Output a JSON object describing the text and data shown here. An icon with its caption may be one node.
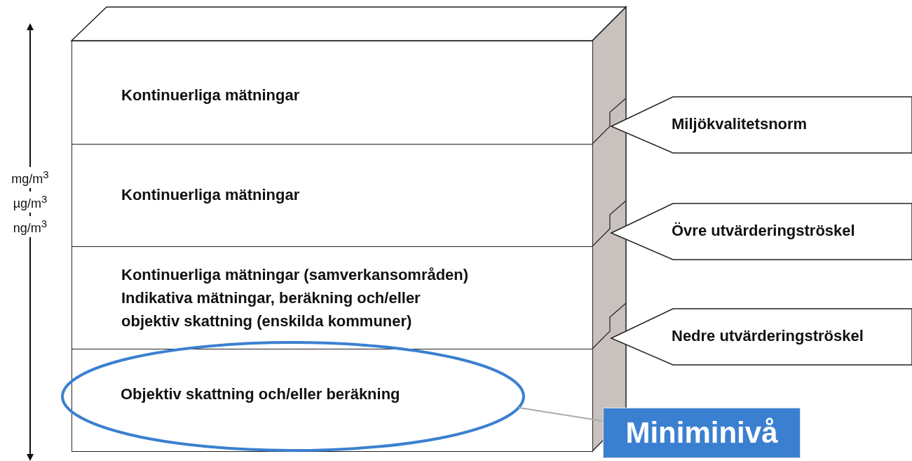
{
  "diagram": {
    "nodes": [
      {
        "text": [
          "Kontinuerliga mätningar"
        ]
      },
      {
        "text": [
          "Kontinuerliga mätningar"
        ]
      },
      {
        "text": [
          "Kontinuerliga mätningar (samverkansområden)",
          "Indikativa mätningar, beräkning och/eller objektiv skattning (enskilda kommuner)"
        ]
      },
      {
        "text": [],
        "shape": "box"
      },
      {
        "text": [
          "Miljökvalitetsnorm"
        ]
      },
      {
        "text": [
          "Övre utvärderingströskel"
        ]
      },
      {
        "text": [
          "Nedre utvärderingströskel"
        ]
      },
      {
        "text": [
          "Objektiv skattning och/eller beräkning"
        ]
      },
      {
        "text": [
          "Miniminivå"
        ]
      }
    ],
    "edges": [
      {
        "from": 8,
        "to": 7,
        "arrow": "none"
      }
    ],
    "labels": [
      "mg/m$^{3}$",
      "µg/m$^{3}$",
      "ng/m$^{3}$"
    ]
  }
}
